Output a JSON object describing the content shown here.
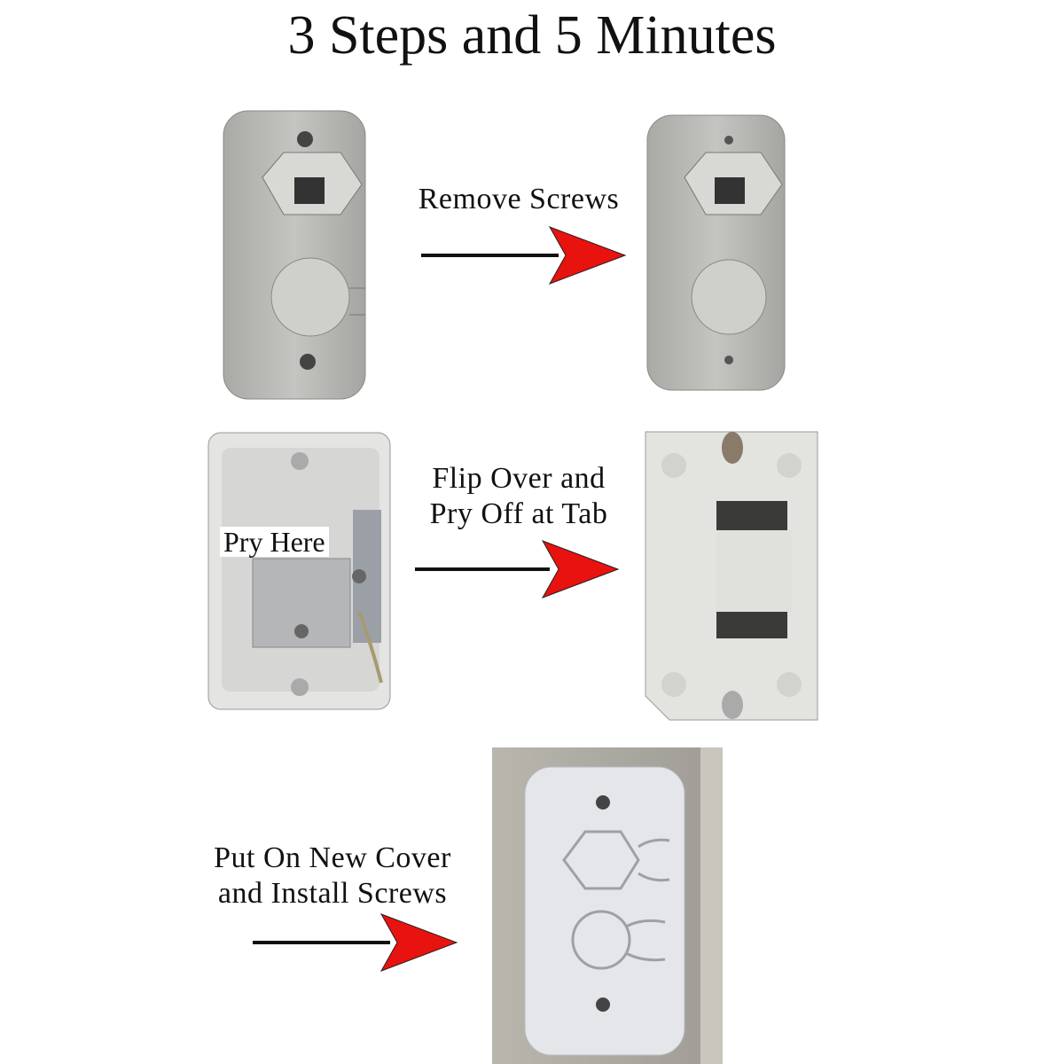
{
  "title": "3 Steps and 5 Minutes",
  "steps": [
    {
      "label_lines": [
        "Remove Screws"
      ]
    },
    {
      "label_lines": [
        "Flip Over and",
        "Pry Off at Tab"
      ],
      "callout": "Pry Here"
    },
    {
      "label_lines": [
        "Put On New Cover",
        "and Install Screws"
      ]
    }
  ],
  "colors": {
    "arrow_head": "#e8120f",
    "arrow_line": "#111111",
    "plate_old": "#b9b9b5",
    "plate_new": "#e4e6ea"
  }
}
